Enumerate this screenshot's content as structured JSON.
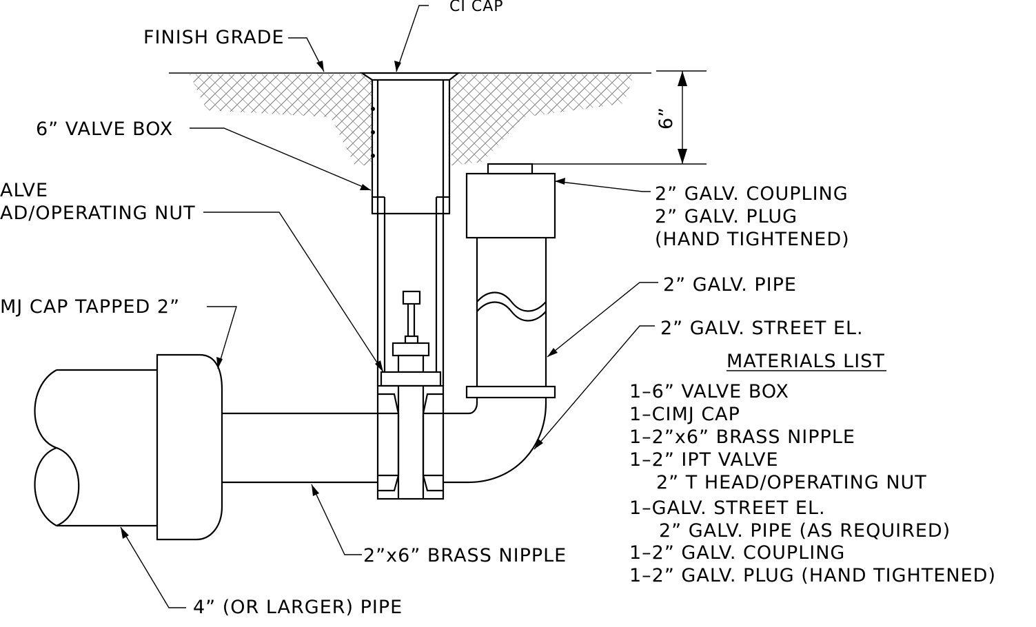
{
  "labels": {
    "ci_cap": "CI CAP",
    "finish_grade": "FINISH GRADE",
    "valve_box": "6” VALVE BOX",
    "valve_line1": "ALVE",
    "valve_line2": "AD/OPERATING NUT",
    "cimj_cap": "MJ CAP TAPPED 2”",
    "dimension": "6”",
    "coupling_line1": "2” GALV. COUPLING",
    "coupling_line2": "2” GALV. PLUG",
    "coupling_line3": "(HAND TIGHTENED)",
    "galv_pipe": "2” GALV. PIPE",
    "street_el": "2” GALV. STREET EL.",
    "brass_nipple": "2”x6” BRASS NIPPLE",
    "large_pipe": "4” (OR LARGER) PIPE"
  },
  "materials": {
    "title": "MATERIALS LIST",
    "items": [
      "1–6” VALVE BOX",
      "1–CIMJ CAP",
      "1–2”x6” BRASS NIPPLE",
      "1–2” IPT VALVE",
      "2” T HEAD/OPERATING NUT",
      "1–GALV. STREET EL.",
      "2” GALV. PIPE (AS REQUIRED)",
      "1–2” GALV. COUPLING",
      "1–2” GALV. PLUG (HAND TIGHTENED)"
    ]
  }
}
